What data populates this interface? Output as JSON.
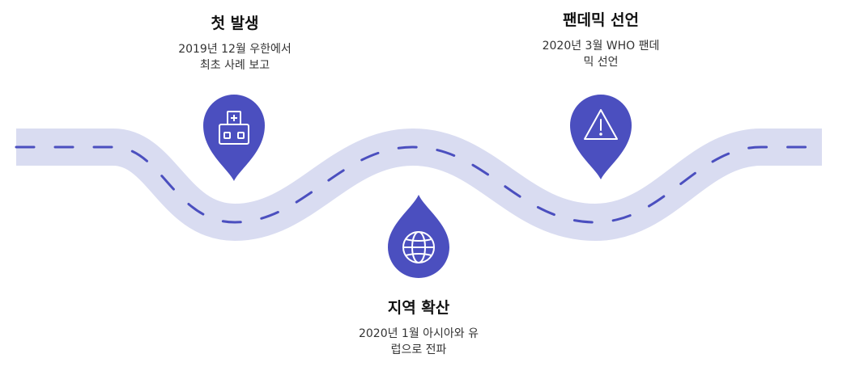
{
  "colors": {
    "road": "#d9dcf1",
    "dash": "#4b4fbf",
    "pin": "#4b4fbf",
    "icon": "#ffffff"
  },
  "milestones": [
    {
      "title": "첫 발생",
      "desc_line1": "2019년 12월 우한에서",
      "desc_line2": "최초 사례 보고",
      "icon": "hospital-icon"
    },
    {
      "title": "지역 확산",
      "desc_line1": "2020년 1월 아시아와 유",
      "desc_line2": "럽으로 전파",
      "icon": "globe-icon"
    },
    {
      "title": "팬데믹 선언",
      "desc_line1": "2020년 3월 WHO 팬데",
      "desc_line2": "믹 선언",
      "icon": "warning-icon"
    }
  ]
}
